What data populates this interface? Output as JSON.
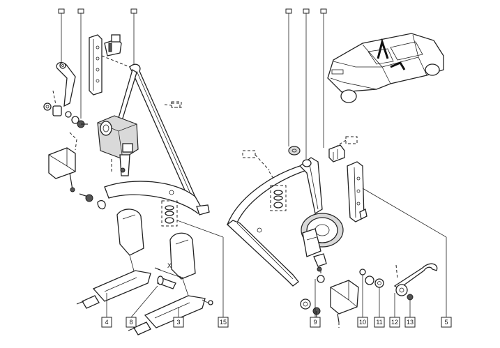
{
  "callouts": [
    {
      "id": "c4",
      "text": "4"
    },
    {
      "id": "c8",
      "text": "8"
    },
    {
      "id": "c3",
      "text": "3"
    },
    {
      "id": "c15",
      "text": "15"
    },
    {
      "id": "c9",
      "text": "9"
    },
    {
      "id": "c10",
      "text": "10"
    },
    {
      "id": "c11",
      "text": "11"
    },
    {
      "id": "c12",
      "text": "12"
    },
    {
      "id": "c13",
      "text": "13"
    },
    {
      "id": "c5",
      "text": "5"
    }
  ],
  "dimension_mark": "X",
  "colors": {
    "line": "#222222",
    "shade": "#d9d9d9",
    "background": "#ffffff"
  }
}
